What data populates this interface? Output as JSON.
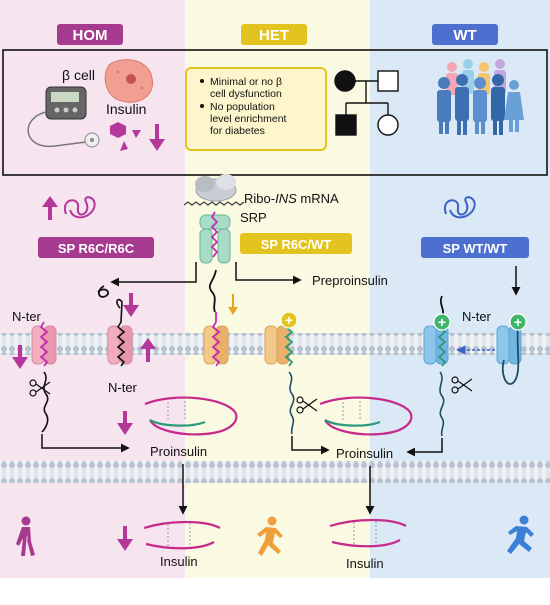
{
  "colors": {
    "hom_bg": "#f6e4ef",
    "het_bg": "#fafae3",
    "wt_bg": "#dbe9f6",
    "hom": "#a63a8f",
    "het": "#e3c41f",
    "wt": "#4d6fcf",
    "membrane": "#b9c4d2",
    "arrow_magenta": "#b3389a"
  },
  "header": {
    "hom_label": "HOM",
    "het_label": "HET",
    "wt_label": "WT"
  },
  "hom_panel": {
    "beta_cell_label": "β cell",
    "insulin_label": "Insulin",
    "icons": [
      "insulin-pump-icon",
      "beta-cell-icon",
      "insulin-hexagon-icon",
      "down-arrow-icon"
    ]
  },
  "het_panel": {
    "bullets": [
      [
        "Minimal or no β",
        "cell dysfunction"
      ],
      [
        "No population",
        "level enrichment",
        "for diabetes"
      ]
    ],
    "icons": [
      "pedigree-icon"
    ]
  },
  "wt_panel": {
    "icons": [
      "population-icon"
    ]
  },
  "diagram": {
    "ribo_label_prefix": "Ribo-",
    "ribo_label_italic": "INS",
    "ribo_label_suffix": " mRNA",
    "srp_label": "SRP",
    "preproinsulin_label": "Preproinsulin",
    "sp_hom_label": "SP R6C/R6C",
    "sp_het_label": "SP R6C/WT",
    "sp_wt_label": "SP WT/WT",
    "nter_label_left_top": "N-ter",
    "nter_label_left_bottom": "N-ter",
    "nter_label_right": "N-ter",
    "proinsulin_left_label": "Proinsulin",
    "proinsulin_center_label": "Proinsulin",
    "insulin_left_label": "Insulin",
    "insulin_center_label": "Insulin",
    "plus_sign": "+"
  },
  "bottom": {
    "icons": [
      "walking-person-icon",
      "running-person-icon",
      "sprinting-person-icon"
    ]
  }
}
